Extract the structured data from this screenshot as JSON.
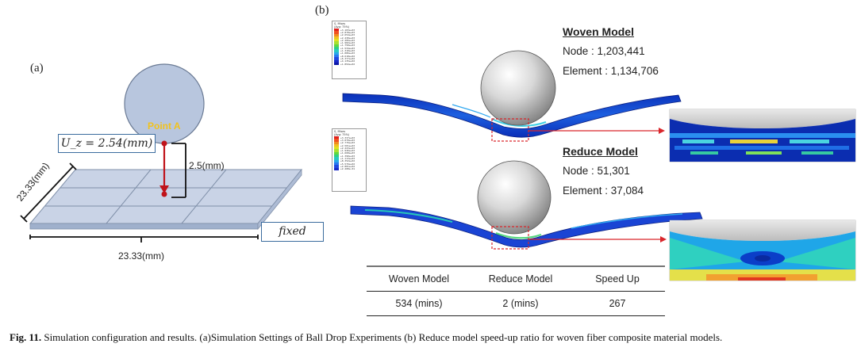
{
  "panel_a": {
    "label": "(a)",
    "point_label": "Point A",
    "uz_label": "U_z = 2.54(mm)",
    "drop_height": "2.5(mm)",
    "plate_width": "23.33(mm)",
    "plate_depth": "23.33(mm)",
    "boundary": "fixed",
    "colors": {
      "ball": "#b8c6de",
      "plate": "#c9d3e6",
      "accent": "#c0131a",
      "box_border": "#3b6c9e"
    }
  },
  "panel_b": {
    "label": "(b)",
    "woven": {
      "title": "Woven Model",
      "node": "Node : 1,203,441",
      "element": "Element : 1,134,706"
    },
    "reduce": {
      "title": "Reduce Model",
      "node": "Node : 51,301",
      "element": "Element : 37,084"
    },
    "legend_top": {
      "head": [
        "S, Mises",
        "(Avg: 75%)"
      ],
      "values": [
        "+3.103e+03",
        "+2.878e+03",
        "+2.654e+03",
        "+2.430e+03",
        "+2.206e+03",
        "+1.982e+03",
        "+1.758e+03",
        "+1.534e+03",
        "+1.310e+03",
        "+1.086e+03",
        "+8.618e+02",
        "+6.377e+02",
        "+4.135e+02",
        "+1.894e+02"
      ]
    },
    "legend_bottom": {
      "head": [
        "S, Mises",
        "(Avg: 75%)"
      ],
      "values": [
        "+3.337e+03",
        "+3.070e+03",
        "+2.776e+03",
        "+2.501e+03",
        "+2.223e+03",
        "+1.946e+03",
        "+1.668e+03",
        "+1.390e+03",
        "+1.113e+03",
        "+8.352e+02",
        "+5.576e+02",
        "+2.801e+02",
        "+2.208e-01"
      ]
    },
    "table": {
      "headers": [
        "Woven Model",
        "Reduce Model",
        "Speed Up"
      ],
      "row": [
        "534 (mins)",
        "2 (mins)",
        "267"
      ]
    },
    "colors": {
      "callout": "#d9262b",
      "mesh_blue": "#1639c8"
    }
  },
  "caption": {
    "fig": "Fig. 11.",
    "text": " Simulation configuration and results. (a)Simulation Settings of Ball Drop Experiments (b) Reduce model speed-up ratio for woven fiber composite material models."
  }
}
